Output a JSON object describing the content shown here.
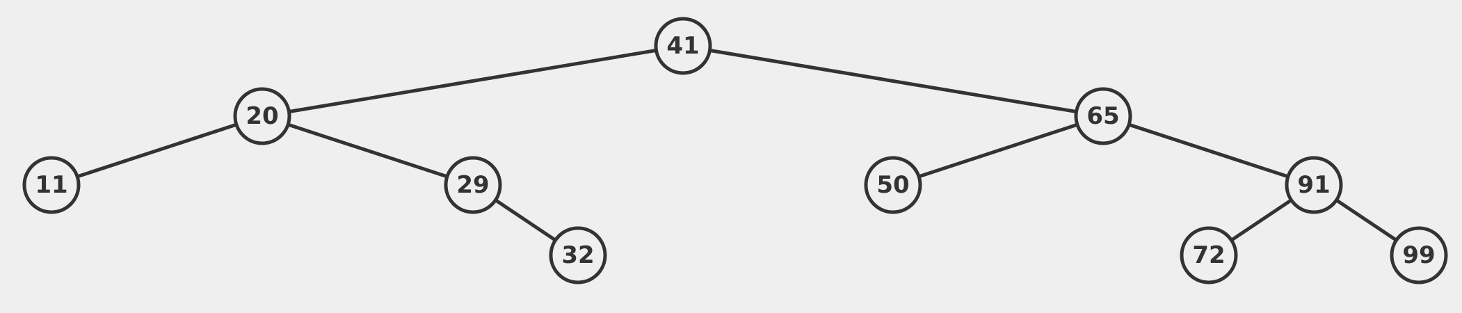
{
  "tree": {
    "nodes": [
      {
        "id": "41",
        "label": "41"
      },
      {
        "id": "20",
        "label": "20"
      },
      {
        "id": "65",
        "label": "65"
      },
      {
        "id": "11",
        "label": "11"
      },
      {
        "id": "29",
        "label": "29"
      },
      {
        "id": "32",
        "label": "32"
      },
      {
        "id": "50",
        "label": "50"
      },
      {
        "id": "91",
        "label": "91"
      },
      {
        "id": "72",
        "label": "72"
      },
      {
        "id": "99",
        "label": "99"
      }
    ],
    "edges": [
      [
        "41",
        "20"
      ],
      [
        "41",
        "65"
      ],
      [
        "20",
        "11"
      ],
      [
        "20",
        "29"
      ],
      [
        "29",
        "32"
      ],
      [
        "65",
        "50"
      ],
      [
        "65",
        "91"
      ],
      [
        "91",
        "72"
      ],
      [
        "91",
        "99"
      ]
    ],
    "colors": {
      "stroke": "#333333",
      "background": "#efefef"
    }
  }
}
